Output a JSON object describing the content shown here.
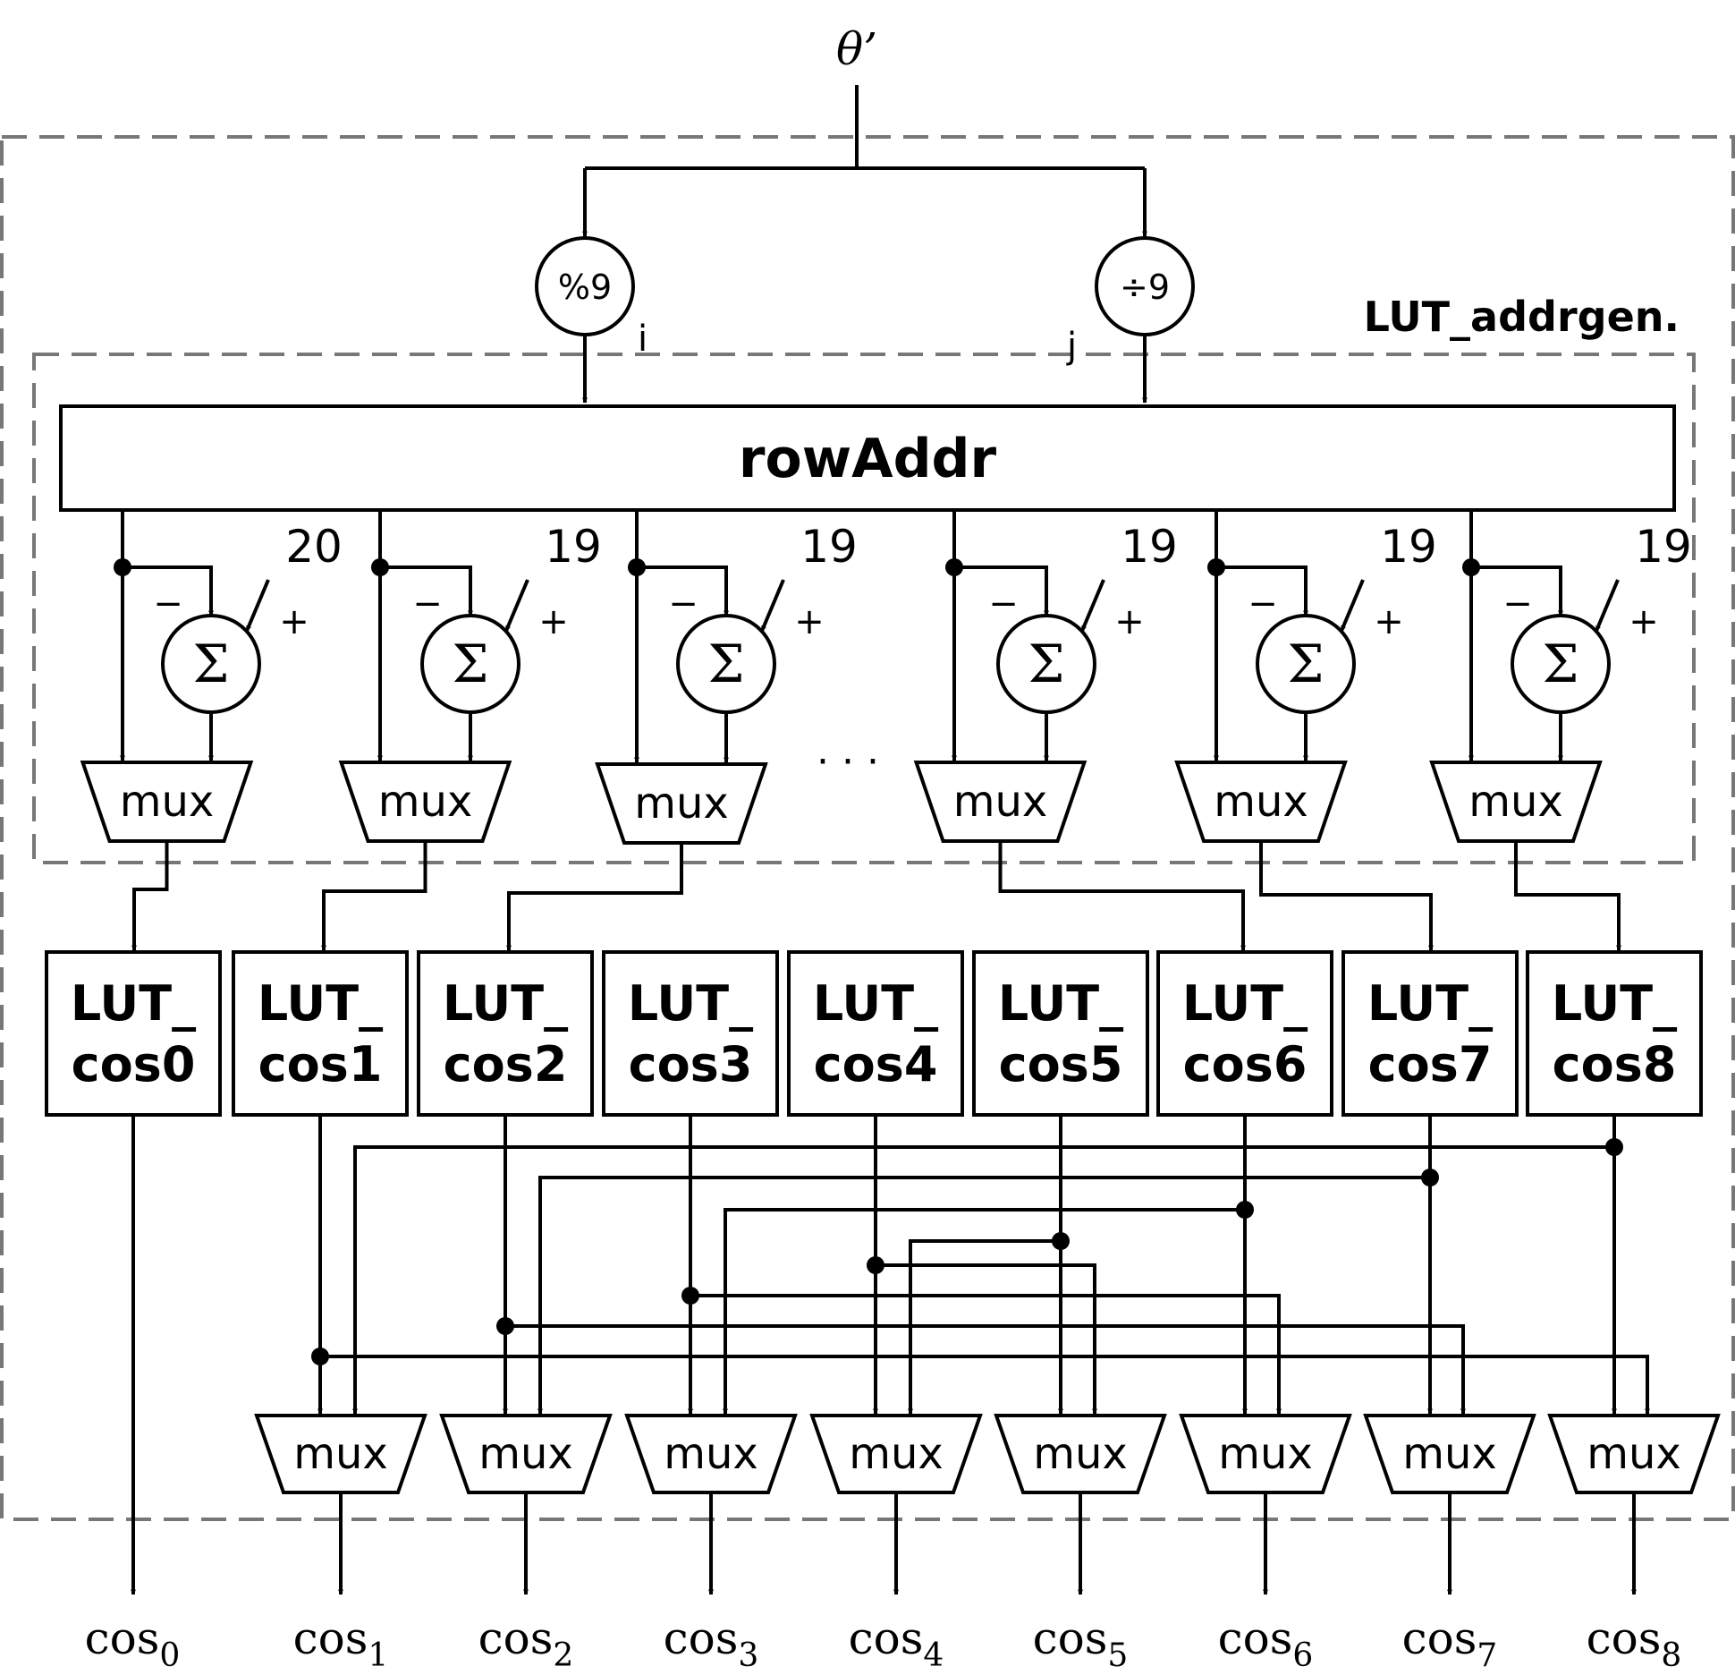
{
  "input": {
    "label": "θ’"
  },
  "module_label": "LUT_addrgen.",
  "ops": {
    "mod": "%9",
    "div": "÷9",
    "mod_out": "i",
    "div_out": "j"
  },
  "row_addr": "rowAddr",
  "adder": {
    "symbol": "Σ",
    "minus": "−",
    "plus": "+",
    "constants": [
      "20",
      "19",
      "19",
      "19",
      "19",
      "19"
    ]
  },
  "ellipsis": "· · ·",
  "mux_label": "mux",
  "luts": [
    [
      "LUT_",
      "cos0"
    ],
    [
      "LUT_",
      "cos1"
    ],
    [
      "LUT_",
      "cos2"
    ],
    [
      "LUT_",
      "cos3"
    ],
    [
      "LUT_",
      "cos4"
    ],
    [
      "LUT_",
      "cos5"
    ],
    [
      "LUT_",
      "cos6"
    ],
    [
      "LUT_",
      "cos7"
    ],
    [
      "LUT_",
      "cos8"
    ]
  ],
  "outputs": [
    {
      "base": "cos",
      "sub": "0"
    },
    {
      "base": "cos",
      "sub": "1"
    },
    {
      "base": "cos",
      "sub": "2"
    },
    {
      "base": "cos",
      "sub": "3"
    },
    {
      "base": "cos",
      "sub": "4"
    },
    {
      "base": "cos",
      "sub": "5"
    },
    {
      "base": "cos",
      "sub": "6"
    },
    {
      "base": "cos",
      "sub": "7"
    },
    {
      "base": "cos",
      "sub": "8"
    }
  ]
}
